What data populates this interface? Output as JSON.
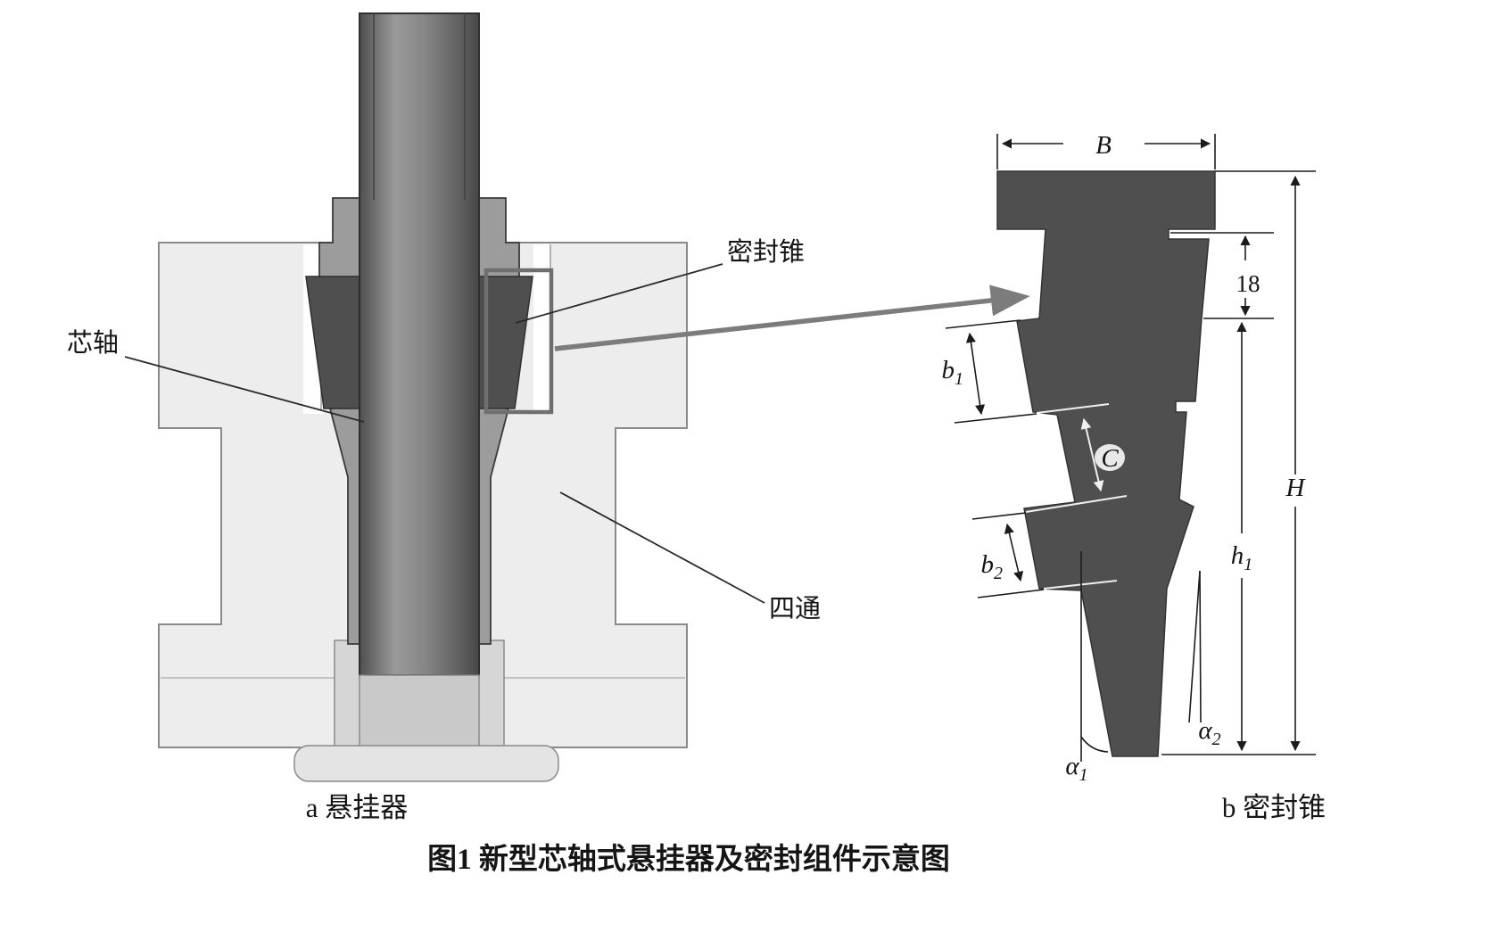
{
  "figure": {
    "caption": "图1 新型芯轴式悬挂器及密封组件示意图",
    "sub_a": "a 悬挂器",
    "sub_b": "b 密封锥"
  },
  "labels": {
    "seal_cone": "密封锥",
    "mandrel": "芯轴",
    "cross_fitting": "四通"
  },
  "dimensions": {
    "B": "B",
    "neck_height": "18",
    "b1": {
      "main": "b",
      "sub": "1"
    },
    "C": "C",
    "b2": {
      "main": "b",
      "sub": "2"
    },
    "H": "H",
    "h1": {
      "main": "h",
      "sub": "1"
    },
    "alpha1": {
      "main": "α",
      "sub": "1"
    },
    "alpha2": {
      "main": "α",
      "sub": "2"
    }
  },
  "colors": {
    "cone_fill": "#4f4f4f",
    "body_fill": "#ededed",
    "hanger_fill": "#9c9c9c",
    "collar_light": "#d6d6d6",
    "pipe_light": "#c9c9c9",
    "pedestal_fill": "#e4e4e4",
    "arrow_gray": "#7c7c7c"
  }
}
